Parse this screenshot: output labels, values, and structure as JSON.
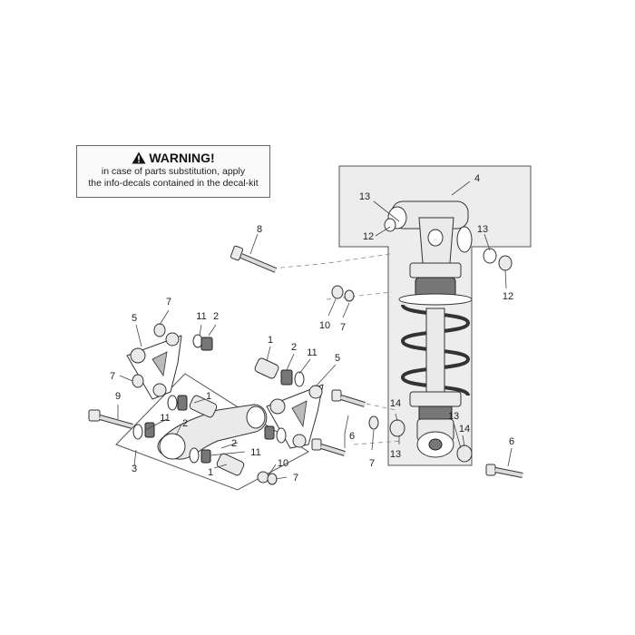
{
  "warning": {
    "title": "WARNING!",
    "line1": "in case of parts substitution, apply",
    "line2": "the info-decals contained in the decal-kit"
  },
  "callouts": [
    {
      "id": "c1",
      "label": "4"
    },
    {
      "id": "c2",
      "label": "13"
    },
    {
      "id": "c3",
      "label": "12"
    },
    {
      "id": "c4",
      "label": "13"
    },
    {
      "id": "c5",
      "label": "12"
    },
    {
      "id": "c6",
      "label": "8"
    },
    {
      "id": "c7",
      "label": "10"
    },
    {
      "id": "c8",
      "label": "7"
    },
    {
      "id": "c9",
      "label": "7"
    },
    {
      "id": "c10",
      "label": "5"
    },
    {
      "id": "c11",
      "label": "11"
    },
    {
      "id": "c12",
      "label": "2"
    },
    {
      "id": "c13",
      "label": "7"
    },
    {
      "id": "c14",
      "label": "1"
    },
    {
      "id": "c15",
      "label": "2"
    },
    {
      "id": "c16",
      "label": "11"
    },
    {
      "id": "c17",
      "label": "5"
    },
    {
      "id": "c18",
      "label": "9"
    },
    {
      "id": "c19",
      "label": "1"
    },
    {
      "id": "c20",
      "label": "11"
    },
    {
      "id": "c21",
      "label": "2"
    },
    {
      "id": "c22",
      "label": "3"
    },
    {
      "id": "c23",
      "label": "2"
    },
    {
      "id": "c24",
      "label": "11"
    },
    {
      "id": "c25",
      "label": "1"
    },
    {
      "id": "c26",
      "label": "10"
    },
    {
      "id": "c27",
      "label": "7"
    },
    {
      "id": "c28",
      "label": "6"
    },
    {
      "id": "c29",
      "label": "7"
    },
    {
      "id": "c30",
      "label": "14"
    },
    {
      "id": "c31",
      "label": "13"
    },
    {
      "id": "c32",
      "label": "13"
    },
    {
      "id": "c33",
      "label": "14"
    },
    {
      "id": "c34",
      "label": "6"
    }
  ]
}
